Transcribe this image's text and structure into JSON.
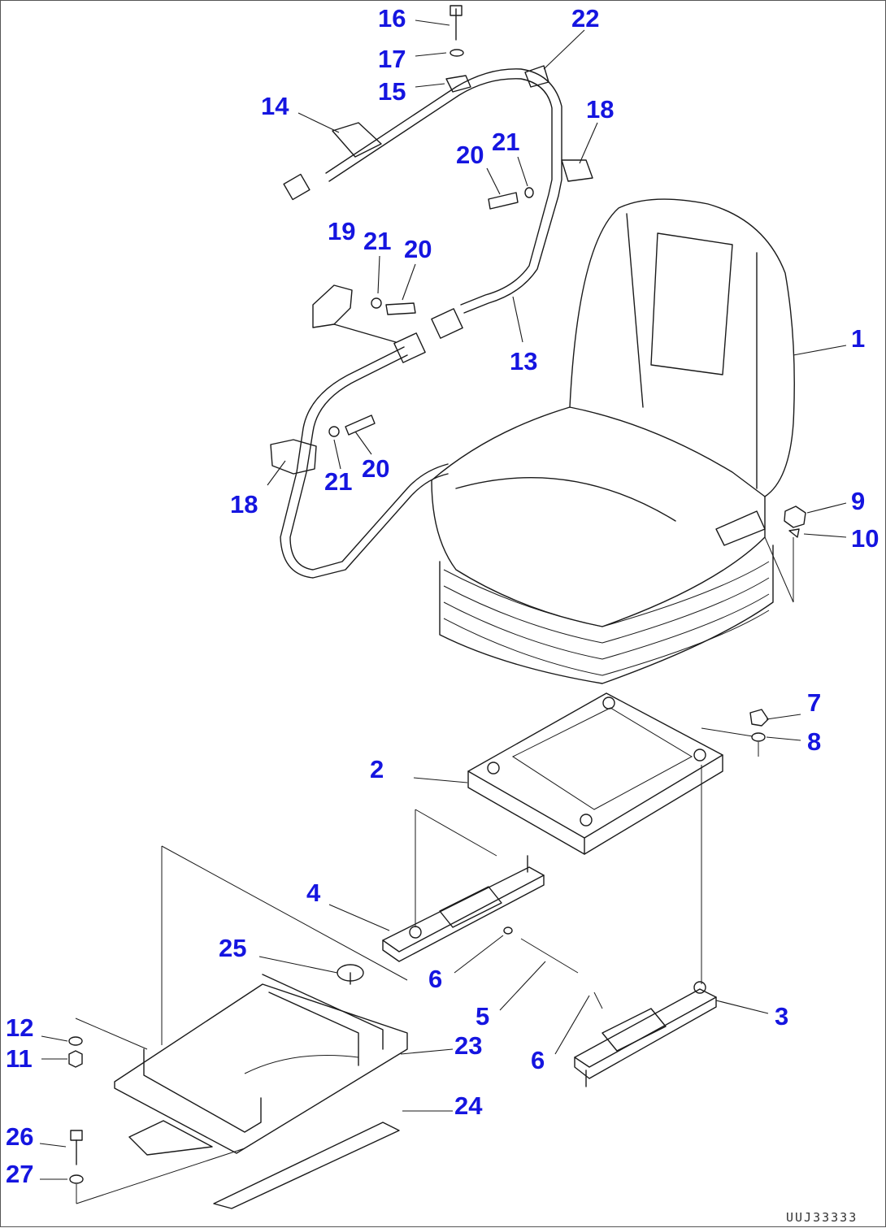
{
  "callouts": [
    {
      "id": "16",
      "label": "16"
    },
    {
      "id": "17",
      "label": "17"
    },
    {
      "id": "15",
      "label": "15"
    },
    {
      "id": "22",
      "label": "22"
    },
    {
      "id": "14",
      "label": "14"
    },
    {
      "id": "18a",
      "label": "18"
    },
    {
      "id": "20a",
      "label": "20"
    },
    {
      "id": "21a",
      "label": "21"
    },
    {
      "id": "19",
      "label": "19"
    },
    {
      "id": "21b",
      "label": "21"
    },
    {
      "id": "20b",
      "label": "20"
    },
    {
      "id": "13",
      "label": "13"
    },
    {
      "id": "1",
      "label": "1"
    },
    {
      "id": "20c",
      "label": "20"
    },
    {
      "id": "21c",
      "label": "21"
    },
    {
      "id": "18b",
      "label": "18"
    },
    {
      "id": "9",
      "label": "9"
    },
    {
      "id": "10",
      "label": "10"
    },
    {
      "id": "7",
      "label": "7"
    },
    {
      "id": "8",
      "label": "8"
    },
    {
      "id": "2",
      "label": "2"
    },
    {
      "id": "4",
      "label": "4"
    },
    {
      "id": "25",
      "label": "25"
    },
    {
      "id": "6a",
      "label": "6"
    },
    {
      "id": "5",
      "label": "5"
    },
    {
      "id": "3",
      "label": "3"
    },
    {
      "id": "6b",
      "label": "6"
    },
    {
      "id": "23",
      "label": "23"
    },
    {
      "id": "12",
      "label": "12"
    },
    {
      "id": "11",
      "label": "11"
    },
    {
      "id": "24",
      "label": "24"
    },
    {
      "id": "26",
      "label": "26"
    },
    {
      "id": "27",
      "label": "27"
    }
  ],
  "drawing_code": "UUJ33333"
}
